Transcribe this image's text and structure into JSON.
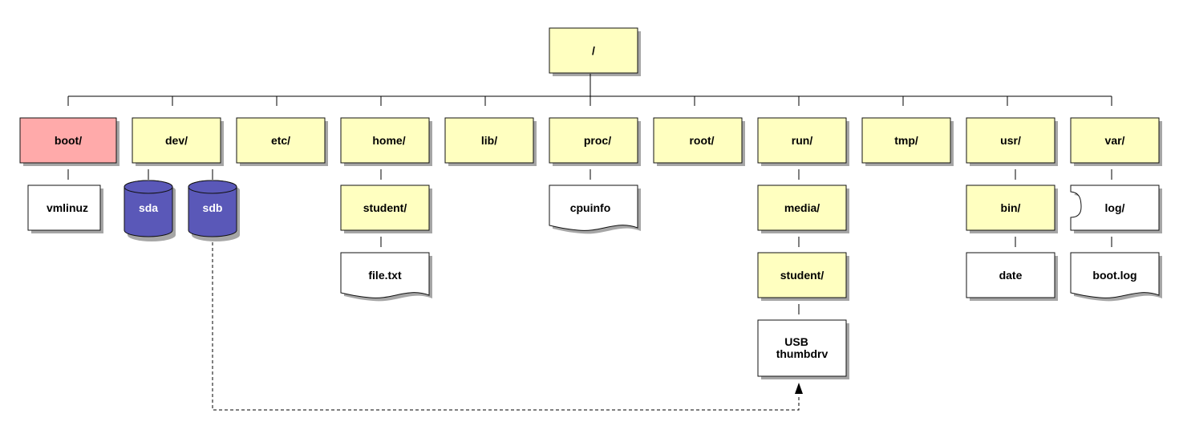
{
  "colors": {
    "directory": "#ffffc0",
    "highlight": "#ffaaaa",
    "file": "#ffffff",
    "disk": "#5a58b8",
    "line": "#000000"
  },
  "root": {
    "label": "/"
  },
  "level1": [
    {
      "label": "boot/",
      "style": "highlight"
    },
    {
      "label": "dev/",
      "style": "directory"
    },
    {
      "label": "etc/",
      "style": "directory"
    },
    {
      "label": "home/",
      "style": "directory"
    },
    {
      "label": "lib/",
      "style": "directory"
    },
    {
      "label": "proc/",
      "style": "directory"
    },
    {
      "label": "root/",
      "style": "directory"
    },
    {
      "label": "run/",
      "style": "directory"
    },
    {
      "label": "tmp/",
      "style": "directory"
    },
    {
      "label": "usr/",
      "style": "directory"
    },
    {
      "label": "var/",
      "style": "directory"
    }
  ],
  "children": {
    "boot": [
      {
        "label": "vmlinuz",
        "shape": "file"
      }
    ],
    "dev": [
      {
        "label": "sda",
        "shape": "disk"
      },
      {
        "label": "sdb",
        "shape": "disk"
      }
    ],
    "home": [
      {
        "label": "student/",
        "shape": "directory"
      },
      {
        "label": "file.txt",
        "shape": "document"
      }
    ],
    "proc": [
      {
        "label": "cpuinfo",
        "shape": "document"
      }
    ],
    "run": [
      {
        "label": "media/",
        "shape": "directory"
      },
      {
        "label": "student/",
        "shape": "directory"
      },
      {
        "label": "USB\nthumbdrv",
        "shape": "file"
      }
    ],
    "usr": [
      {
        "label": "bin/",
        "shape": "directory"
      },
      {
        "label": "date",
        "shape": "file"
      }
    ],
    "var": [
      {
        "label": "log/",
        "shape": "folded"
      },
      {
        "label": "boot.log",
        "shape": "document"
      }
    ]
  },
  "mount_link": {
    "from": "sdb",
    "to": "USB\nthumbdrv",
    "style": "dashed"
  }
}
